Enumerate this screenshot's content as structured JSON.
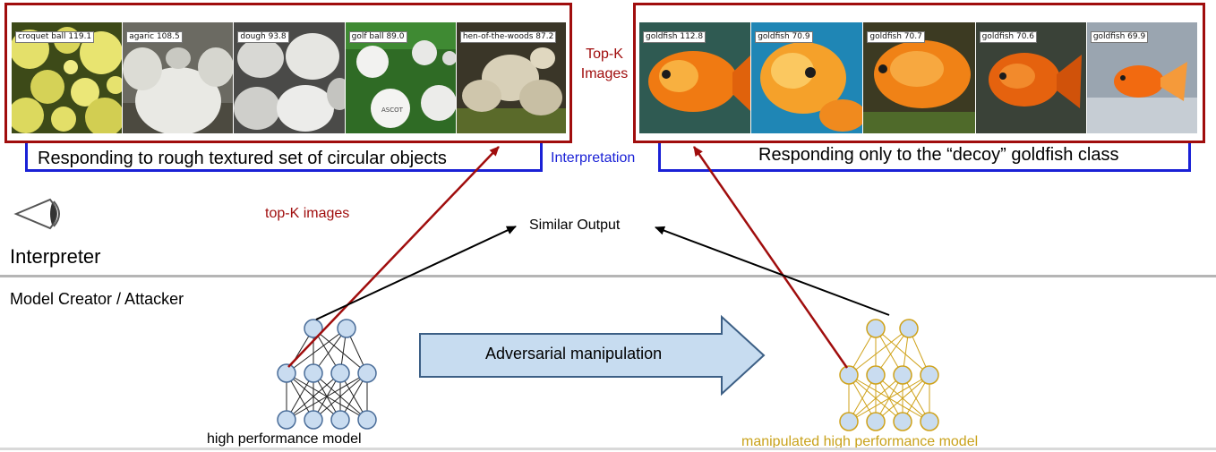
{
  "top_k_label": "Top-K\nImages",
  "interpretation_label": "Interpretation",
  "left_strip": {
    "tiles": [
      {
        "label": "croquet ball 119.1",
        "theme": "croquet"
      },
      {
        "label": "agaric 108.5",
        "theme": "agaric"
      },
      {
        "label": "dough 93.8",
        "theme": "dough"
      },
      {
        "label": "golf ball 89.0",
        "theme": "golf"
      },
      {
        "label": "hen-of-the-woods 87.2",
        "theme": "mushroom"
      }
    ],
    "caption": "Responding to rough textured set of circular objects"
  },
  "right_strip": {
    "tiles": [
      {
        "label": "goldfish 112.8",
        "theme": "gold1"
      },
      {
        "label": "goldfish 70.9",
        "theme": "gold2"
      },
      {
        "label": "goldfish 70.7",
        "theme": "gold3"
      },
      {
        "label": "goldfish 70.6",
        "theme": "gold4"
      },
      {
        "label": "goldfish 69.9",
        "theme": "gold5"
      }
    ],
    "caption": "Responding only to the “decoy” goldfish class"
  },
  "interpreter_label": "Interpreter",
  "topk_images_label": "top-K images",
  "similar_output_label": "Similar Output",
  "model_creator_label": "Model Creator / Attacker",
  "adversarial_label": "Adversarial manipulation",
  "left_model_label": "high performance model",
  "right_model_label": "manipulated high performance model",
  "colors": {
    "red": "#a00d0d",
    "blue": "#1a21d6",
    "node_fill": "#c9dcf0",
    "node_stroke_left": "#4a6d99",
    "node_stroke_right": "#cfa21a",
    "manipulated_text": "#c9a21b",
    "arrow_fill": "#c7dcf0"
  }
}
